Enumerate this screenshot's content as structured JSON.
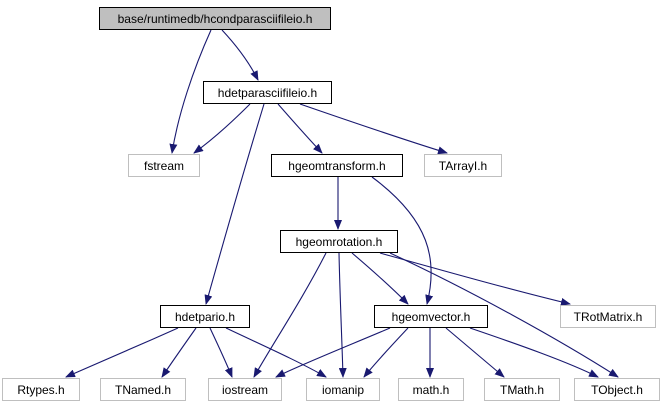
{
  "nodes": {
    "root": "base/runtimedb/hcondparasciifileio.h",
    "hdetparasciifileio": "hdetparasciifileio.h",
    "fstream": "fstream",
    "hgeomtransform": "hgeomtransform.h",
    "tarrayi": "TArrayI.h",
    "hgeomrotation": "hgeomrotation.h",
    "trotmatrix": "TRotMatrix.h",
    "hdetpario": "hdetpario.h",
    "hgeomvector": "hgeomvector.h",
    "rtypes": "Rtypes.h",
    "tnamed": "TNamed.h",
    "iostream": "iostream",
    "iomanip": "iomanip",
    "math": "math.h",
    "tmath": "TMath.h",
    "tobject": "TObject.h"
  },
  "colors": {
    "edge": "#191970",
    "system_border": "#bfbfbf",
    "main_fill": "#bfbfbf"
  }
}
